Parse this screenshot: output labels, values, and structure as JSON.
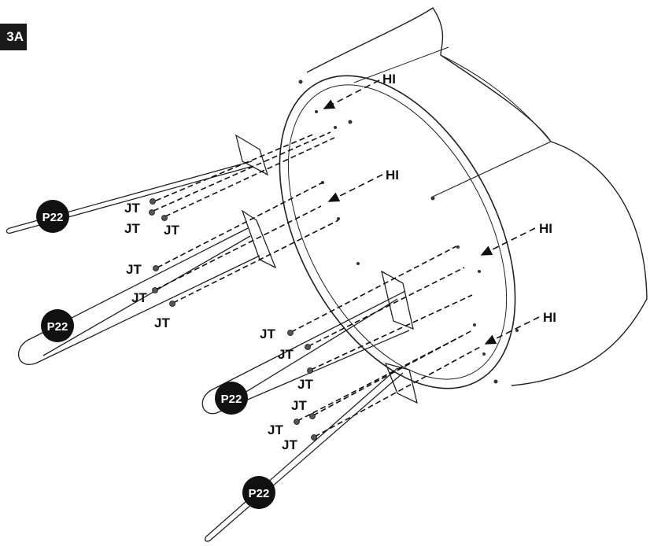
{
  "step_label": "3A",
  "part_badge": "P22",
  "hole_label": "HI",
  "screw_label": "JT",
  "colors": {
    "line": "#1a1a1a",
    "badge": "#111111",
    "ink": "#111111",
    "body": "#ffffff"
  }
}
